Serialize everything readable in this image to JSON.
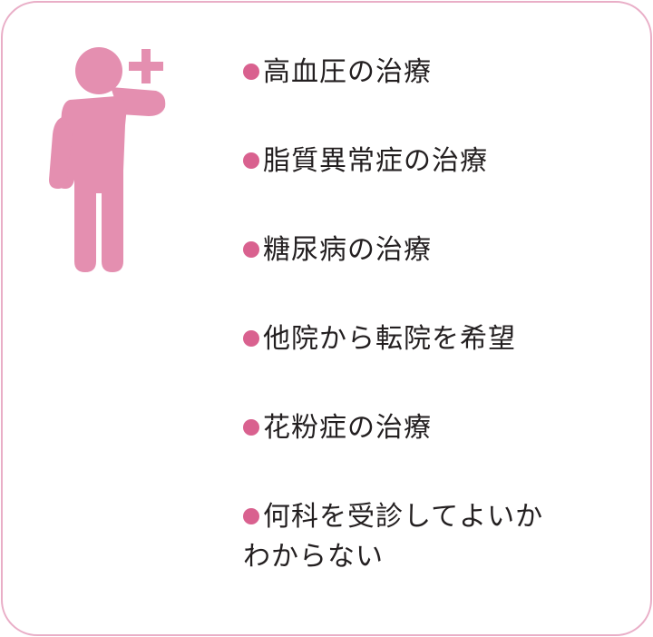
{
  "colors": {
    "accent": "#d9618f",
    "figure": "#e48fb0",
    "border": "#e9aec7",
    "text": "#231f20"
  },
  "figure": {
    "icon": "person-with-raised-hand-and-plus-icon"
  },
  "items": [
    {
      "label": "高血圧の治療"
    },
    {
      "label": "脂質異常症の治療"
    },
    {
      "label": "糖尿病の治療"
    },
    {
      "label": "他院から転院を希望"
    },
    {
      "label": "花粉症の治療"
    },
    {
      "label_line1": "何科を受診してよいか",
      "label_line2": "わからない"
    }
  ]
}
